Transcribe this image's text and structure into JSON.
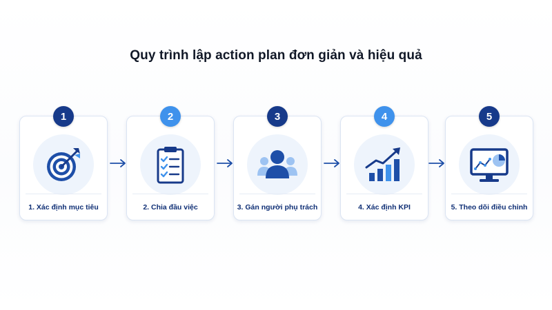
{
  "title": "Quy trình lập action plan đơn giản và hiệu quả",
  "steps": [
    {
      "number": "1",
      "label": "1. Xác định mục tiêu",
      "icon": "target-icon"
    },
    {
      "number": "2",
      "label": "2. Chia đầu việc",
      "icon": "clipboard-checklist-icon"
    },
    {
      "number": "3",
      "label": "3. Gán người phụ trách",
      "icon": "people-group-icon"
    },
    {
      "number": "4",
      "label": "4. Xác định KPI",
      "icon": "growth-chart-icon"
    },
    {
      "number": "5",
      "label": "5. Theo dõi điều chỉnh",
      "icon": "monitor-dashboard-icon"
    }
  ],
  "colors": {
    "dark_blue": "#173a8a",
    "light_blue": "#3f92ec",
    "label_text": "#0f2f75",
    "icon_bg": "#eef4fc"
  }
}
